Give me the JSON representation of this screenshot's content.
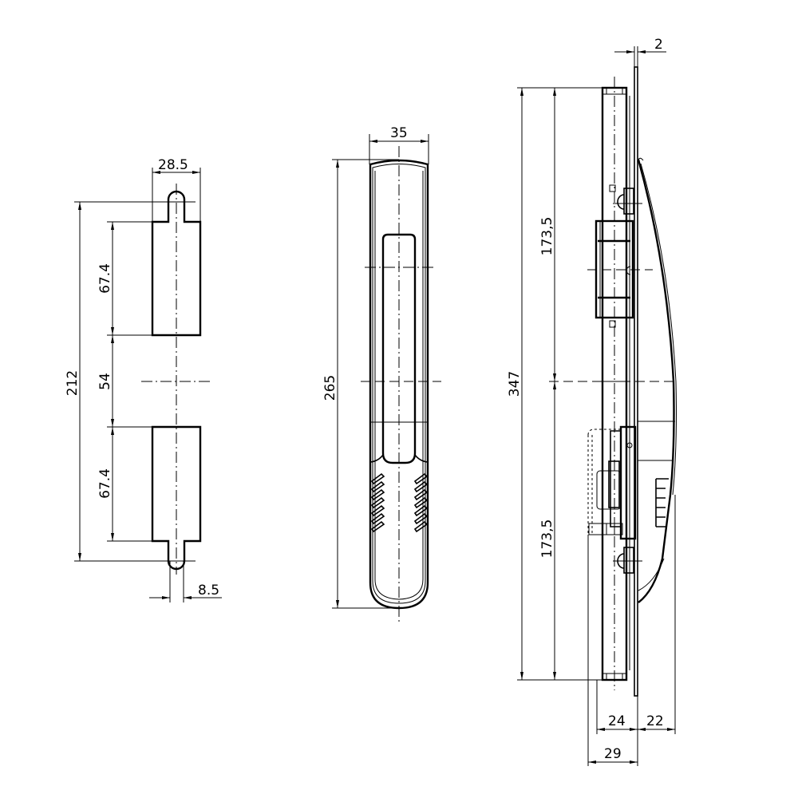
{
  "drawing": {
    "type": "technical-drawing",
    "views": [
      {
        "id": "cutout-template",
        "description": "Panel cutout template with two rectangular slots",
        "dimensions": {
          "width_top": "28.5",
          "slot_height_top": "67.4",
          "gap_between_slots": "54",
          "slot_height_bottom": "67.4",
          "overall_height": "212",
          "hole_width_bottom": "8.5"
        }
      },
      {
        "id": "front-view",
        "description": "Front view of swing handle",
        "dimensions": {
          "width": "35",
          "height": "265"
        }
      },
      {
        "id": "side-view",
        "description": "Side view of swing handle with latch",
        "dimensions": {
          "plate_thickness": "2",
          "upper_half": "173,5",
          "overall_height": "347",
          "lower_half": "173,5",
          "body_depth": "24",
          "handle_depth": "22",
          "total_depth": "29"
        }
      }
    ]
  }
}
